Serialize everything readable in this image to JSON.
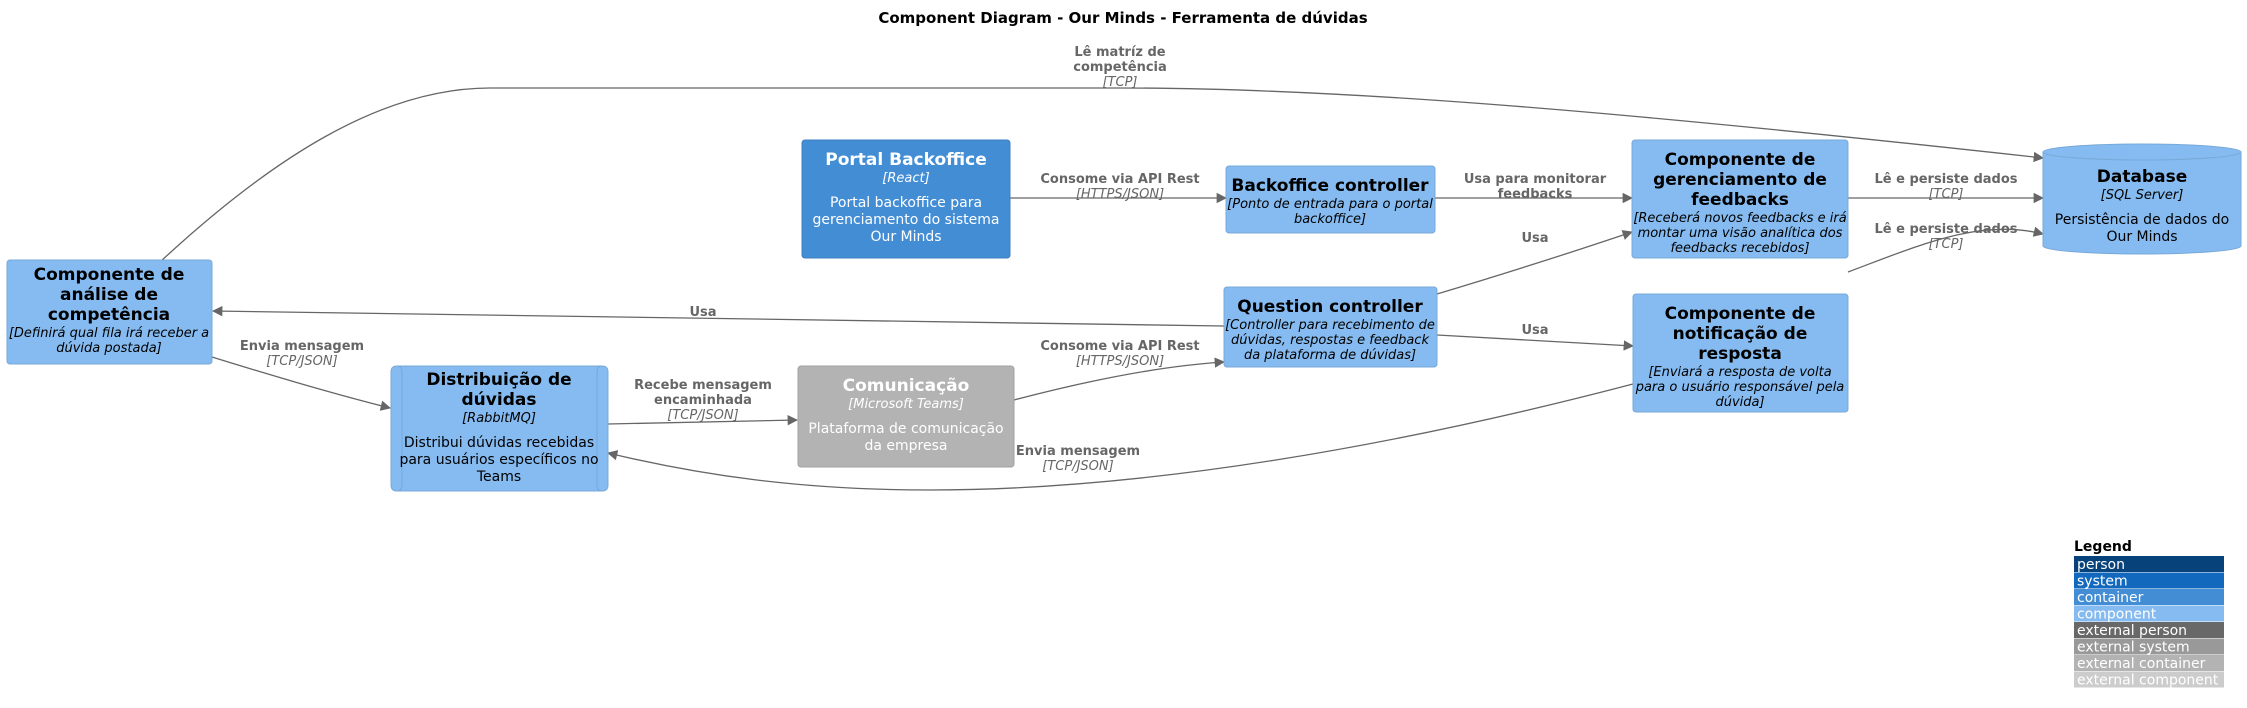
{
  "title": "Component Diagram - Our Minds - Ferramenta de dúvidas",
  "colors": {
    "component": "#85BBF0",
    "container": "#438DD5",
    "external_container": "#B3B3B3",
    "edge": "#666666",
    "text_dark": "#000000",
    "text_light": "#FFFFFF"
  },
  "nodes": {
    "analise": {
      "title_lines": [
        "Componente de",
        "análise de",
        "competência"
      ],
      "tech_lines": [
        "[Definirá qual fila irá receber a",
        "dúvida postada]"
      ],
      "desc_lines": []
    },
    "distribuicao": {
      "title_lines": [
        "Distribuição de",
        "dúvidas"
      ],
      "tech_lines": [
        "[RabbitMQ]"
      ],
      "desc_lines": [
        "Distribui dúvidas recebidas",
        "para usuários específicos no",
        "Teams"
      ]
    },
    "comunicacao": {
      "title_lines": [
        "Comunicação"
      ],
      "tech_lines": [
        "[Microsoft Teams]"
      ],
      "desc_lines": [
        "Plataforma de comunicação",
        "da empresa"
      ]
    },
    "portal": {
      "title_lines": [
        "Portal Backoffice"
      ],
      "tech_lines": [
        "[React]"
      ],
      "desc_lines": [
        "Portal backoffice para",
        "gerenciamento do sistema",
        "Our Minds"
      ]
    },
    "backoffice": {
      "title_lines": [
        "Backoffice controller"
      ],
      "tech_lines": [
        "[Ponto de entrada para o portal",
        "backoffice]"
      ],
      "desc_lines": []
    },
    "question": {
      "title_lines": [
        "Question controller"
      ],
      "tech_lines": [
        "[Controller para recebimento de",
        "dúvidas, respostas e feedback",
        "da plataforma de dúvidas]"
      ],
      "desc_lines": []
    },
    "feedbacks": {
      "title_lines": [
        "Componente de",
        "gerenciamento de",
        "feedbacks"
      ],
      "tech_lines": [
        "[Receberá novos feedbacks e irá",
        "montar uma visão analítica dos",
        "feedbacks recebidos]"
      ],
      "desc_lines": []
    },
    "notificacao": {
      "title_lines": [
        "Componente de",
        "notificação de",
        "resposta"
      ],
      "tech_lines": [
        "[Enviará a resposta de volta",
        "para o usuário responsável pela",
        "dúvida]"
      ],
      "desc_lines": []
    },
    "database": {
      "title_lines": [
        "Database"
      ],
      "tech_lines": [
        "[SQL Server]"
      ],
      "desc_lines": [
        "Persistência de dados do",
        "Our Minds"
      ]
    }
  },
  "edges": {
    "analise_db": {
      "label_lines": [
        "Lê matríz de",
        "competência"
      ],
      "tech": "[TCP]"
    },
    "portal_backoffice": {
      "label_lines": [
        "Consome via API Rest"
      ],
      "tech": "[HTTPS/JSON]"
    },
    "backoffice_feedbacks": {
      "label_lines": [
        "Usa para monitorar",
        "feedbacks"
      ],
      "tech": ""
    },
    "feedbacks_db": {
      "label_lines": [
        "Lê e persiste dados"
      ],
      "tech": "[TCP]"
    },
    "notificacao_db": {
      "label_lines": [
        "Lê e persiste dados"
      ],
      "tech": "[TCP]"
    },
    "question_feedbacks": {
      "label_lines": [
        "Usa"
      ],
      "tech": ""
    },
    "question_analise": {
      "label_lines": [
        "Usa"
      ],
      "tech": ""
    },
    "question_notificacao": {
      "label_lines": [
        "Usa"
      ],
      "tech": ""
    },
    "analise_distribuicao": {
      "label_lines": [
        "Envia mensagem"
      ],
      "tech": "[TCP/JSON]"
    },
    "distribuicao_comunicacao": {
      "label_lines": [
        "Recebe mensagem",
        "encaminhada"
      ],
      "tech": "[TCP/JSON]"
    },
    "comunicacao_question": {
      "label_lines": [
        "Consome via API Rest"
      ],
      "tech": "[HTTPS/JSON]"
    },
    "notificacao_distribuicao": {
      "label_lines": [
        "Envia mensagem"
      ],
      "tech": "[TCP/JSON]"
    }
  },
  "legend": {
    "title": "Legend",
    "items": [
      {
        "label": "person",
        "color": "#08427B",
        "text_color": "#FFFFFF"
      },
      {
        "label": "system",
        "color": "#1168BD",
        "text_color": "#FFFFFF"
      },
      {
        "label": "container",
        "color": "#438DD5",
        "text_color": "#FFFFFF"
      },
      {
        "label": "component",
        "color": "#85BBF0",
        "text_color": "#FFFFFF"
      },
      {
        "label": "external person",
        "color": "#686868",
        "text_color": "#FFFFFF"
      },
      {
        "label": "external system",
        "color": "#999999",
        "text_color": "#FFFFFF"
      },
      {
        "label": "external container",
        "color": "#B3B3B3",
        "text_color": "#FFFFFF"
      },
      {
        "label": "external component",
        "color": "#CCCCCC",
        "text_color": "#FFFFFF"
      }
    ]
  }
}
